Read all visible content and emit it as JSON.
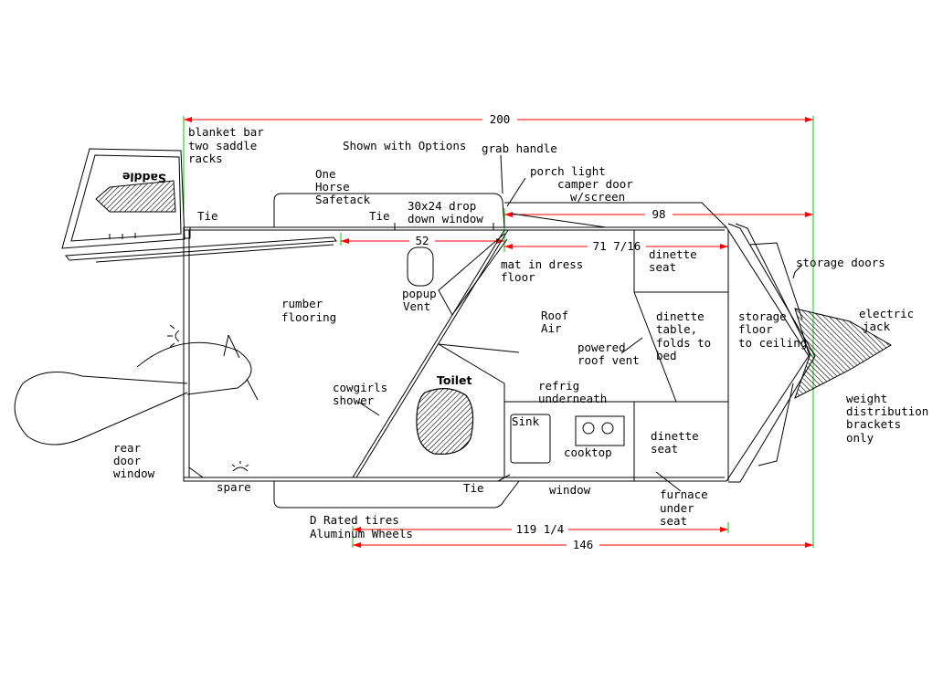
{
  "colors": {
    "dimension_line": "#ff0000",
    "extension_line": "#00cc00",
    "linework": "#000000"
  },
  "dimensions": {
    "overall": "200",
    "front_section": "98",
    "tack_section": "52",
    "living_section": "71 7/16",
    "bottom_inner": "119 1/4",
    "bottom_overall": "146"
  },
  "labels": {
    "blanket_bar": [
      "blanket bar",
      "two saddle",
      "racks"
    ],
    "saddle": "Saddle",
    "shown_with_options": "Shown with Options",
    "grab_handle": "grab handle",
    "porch_light": "porch light",
    "camper_door": [
      "camper door",
      "w/screen"
    ],
    "one_horse": [
      "One",
      "Horse",
      "Safetack"
    ],
    "drop_window": [
      "30x24 drop",
      "down window"
    ],
    "tie_left": "Tie",
    "tie_top": "Tie",
    "tie_bottom": "Tie",
    "dinette_seat_top": [
      "dinette",
      "seat"
    ],
    "mat_in_dress": [
      "mat in dress",
      "floor"
    ],
    "storage_doors": "storage doors",
    "popup_vent": [
      "popup",
      "Vent"
    ],
    "rumber_flooring": [
      "rumber",
      "flooring"
    ],
    "roof_air": [
      "Roof",
      "Air"
    ],
    "dinette_table": [
      "dinette",
      "table,",
      "folds to",
      "bed"
    ],
    "powered_roof_vent": [
      "powered",
      "roof vent"
    ],
    "storage_floor": [
      "storage",
      "floor",
      "to ceiling"
    ],
    "electric_jack": [
      "electric",
      "jack"
    ],
    "weight_distribution": [
      "weight",
      "distribution",
      "brackets",
      "only"
    ],
    "toilet": "Toilet",
    "refrig": [
      "refrig",
      "underneath"
    ],
    "cowgirls_shower": [
      "cowgirls",
      "shower"
    ],
    "sink": "Sink",
    "cooktop": "cooktop",
    "dinette_seat_bottom": [
      "dinette",
      "seat"
    ],
    "rear_door_window": [
      "rear",
      "door",
      "window"
    ],
    "spare": "spare",
    "window": "window",
    "tires": [
      "D Rated tires",
      "Aluminum Wheels"
    ],
    "furnace": [
      "furnace",
      "under",
      "seat"
    ]
  }
}
